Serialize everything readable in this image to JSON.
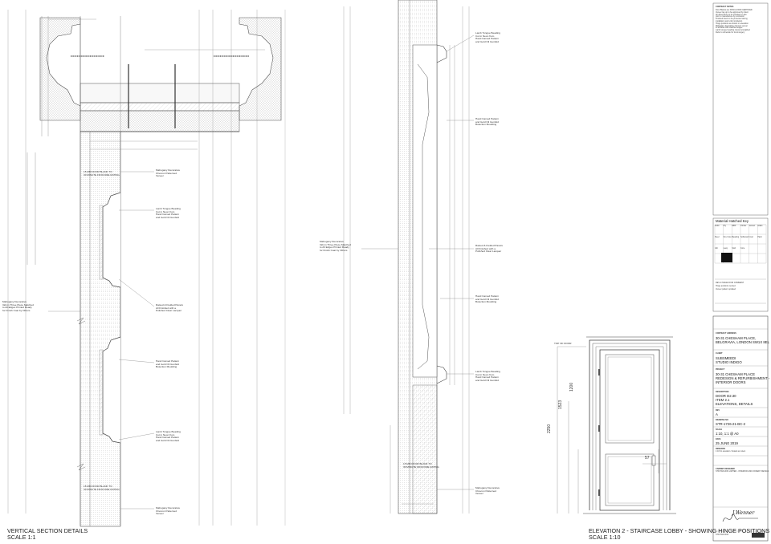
{
  "drawing": {
    "left_title": "VERTICAL SECTION DETAILS",
    "left_scale": "SCALE 1:1",
    "right_title": "ELEVATION 2 - STAIRCASE LOBBY - SHOWING HINGE POSITIONS",
    "right_scale": "SCALE 1:10"
  },
  "annotations": {
    "fire_rating": "15 MM DOOR BLANK TO\n30 MINUTE FD30 FIRE RATING",
    "mahogany_chevron": "Mahogany Decorative\nChevron Patterned\nVeneer",
    "lamb_tongue": "Lamb Tongue Beading\nCut in Neon from\nHand Carved Pattern\nand Gold Oil Gunfeld",
    "raised_fielded": "Raised & Fielded Panels\nAll Finished with a\nPolished Clear Lacquer",
    "bolection": "Hand Carved Pattern\nand Gold Oil Gunfeld\nBolection Moulding",
    "three_piece_veneer": "Mahogany Decorative\n32mm Three Piece Matched\nto All Edges Printed Ready\nfor Finish Coat by Others"
  },
  "dimensions": {
    "top_of_door": "TOP OF DOOR",
    "d2250": "2250",
    "d1523": "1523",
    "d1200": "1200",
    "d57": "57"
  },
  "notes": {
    "heading": "CONTRACT NOTES",
    "lines": [
      "Door Blanks are FD30 & FD60 CERTIFIED",
      "Veneer lay-up to be approved by client",
      "All dimensions to be checked on site",
      "prior to manufacture by contractor",
      "Finished doors to be protected during",
      "installation and until completion",
      "Hinge positions as shown on elevation",
      "Mahogany decorative chevron veneer",
      "to all faces with matched edges",
      "Lamb tongue beading carved and gilded",
      "Refer to schedule for ironmongery"
    ]
  },
  "hatch_key": {
    "title": "Material Hatched Key",
    "cells": [
      "Solid",
      "Ply",
      "MDF",
      "Timber",
      "Veneer",
      "Glass",
      "Steel",
      "Fire Core",
      "Beading",
      "Softwood",
      "Insul",
      "Paint",
      "Gilt",
      "Lacq",
      "Void",
      "Core"
    ]
  },
  "revisions": {
    "row1": "REV A  ISSUED FOR COMMENT",
    "row2": "Hinge positions revised",
    "row3": "Veneer pattern updated"
  },
  "title_block": {
    "contract_label": "CONTRACT ADDRESS",
    "address1": "30-31 CHESHAM PLACE,",
    "address2": "BELGRAVIA, LONDON SW1X 8EL",
    "client_label": "CLIENT",
    "client1": "SUBSMEEDI",
    "client2": "STUDIO INDIGO",
    "project_label": "PROJECT",
    "project1": "30-31 CHESHAM PLACE",
    "project2": "REDESIGN & REFURBISHMENT -",
    "project3": "INTERIOR DOORS",
    "description_label": "DESCRIPTION",
    "desc1": "DOOR D2.30",
    "desc2": "ITEM 2.1",
    "desc3": "ELEVATIONS, DETAILS",
    "rev_label": "REV",
    "rev": "A",
    "drawing_no_label": "DRAWING NO",
    "drawing_no": "STR-1726-21-BC-2",
    "scale_label": "SCALE",
    "scale": "1:10, 1:1 @ A0",
    "date_label": "DATE",
    "date": "25 JUNE 2019",
    "remarks_label": "REMARKS",
    "remarks": "1:10 for elevation. Scaled as noted.",
    "company_label": "CABINET DESIGNER",
    "company": "STR PAVILION LIMITED - INTERIOR AND JOINERY DESIGN",
    "signature": "J.Wenner",
    "footer": "STR PAVILION"
  }
}
